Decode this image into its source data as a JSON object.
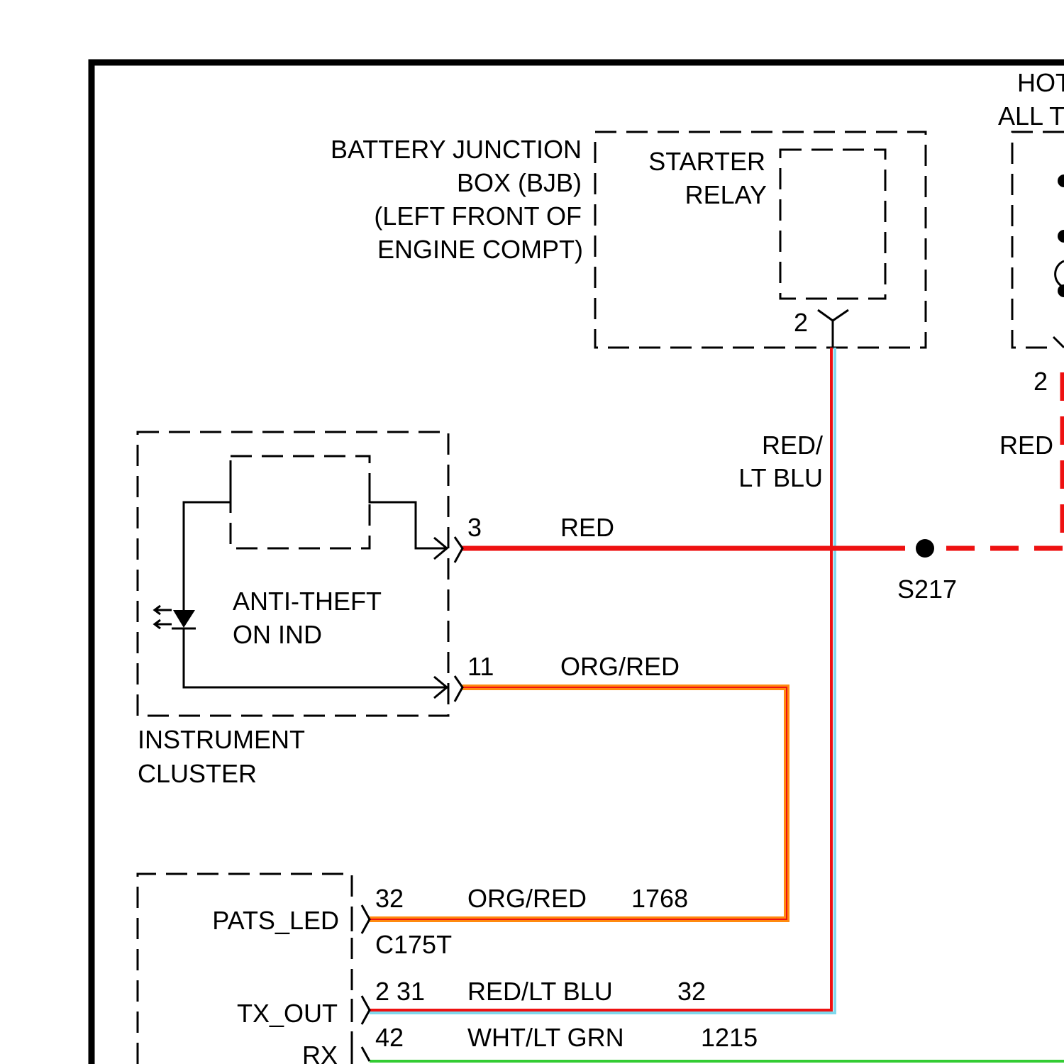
{
  "colors": {
    "red": "#ee1111",
    "light_blue": "#7fd8ec",
    "orange": "#ff8a10",
    "green": "#33cc33",
    "black": "#000000"
  },
  "bjb": {
    "name": [
      "BATTERY JUNCTION",
      "BOX (BJB)",
      "(LEFT FRONT OF",
      "ENGINE COMPT)"
    ],
    "relay_label": [
      "STARTER",
      "RELAY"
    ],
    "relay_pin": "2"
  },
  "hot": {
    "line1": "HOT",
    "line2": "ALL T",
    "pin": "2",
    "wire_color": "RED"
  },
  "riser": {
    "wire_color": [
      "RED/",
      "LT BLU"
    ]
  },
  "cluster": {
    "name": [
      "INSTRUMENT",
      "CLUSTER"
    ],
    "indicator_label": [
      "ANTI-THEFT",
      "ON IND"
    ],
    "pin3": "3",
    "pin3_color": "RED",
    "pin11": "11",
    "pin11_color": "ORG/RED"
  },
  "splice": {
    "id": "S217"
  },
  "pats": {
    "led_label": "PATS_LED",
    "led_pin": "32",
    "led_color": "ORG/RED",
    "led_circuit": "1768",
    "connector": "C175T",
    "tx_label": "TX_OUT",
    "tx_pin": "2 31",
    "tx_color": "RED/LT BLU",
    "tx_circuit": "32",
    "rx_label": "RX",
    "rx_pin": "42",
    "rx_color": "WHT/LT GRN",
    "rx_circuit": "1215"
  }
}
